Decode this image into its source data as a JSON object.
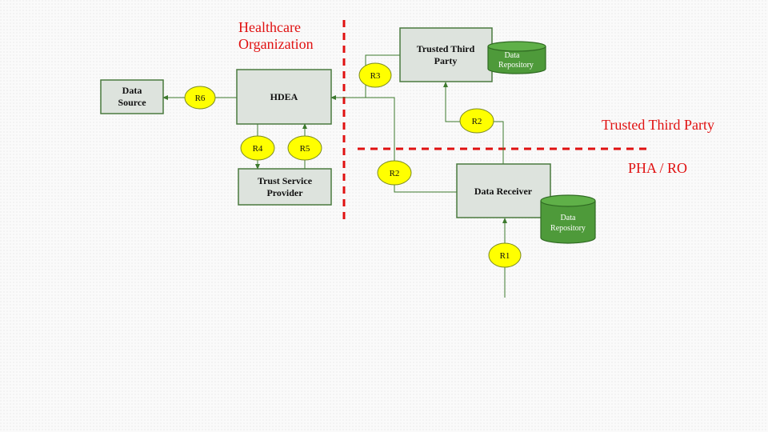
{
  "regions": {
    "healthcare_line1": "Healthcare",
    "healthcare_line2": "Organization",
    "trusted_third_party": "Trusted Third Party",
    "pha_ro": "PHA / RO"
  },
  "boxes": {
    "data_source_line1": "Data",
    "data_source_line2": "Source",
    "hdea": "HDEA",
    "trust_service_line1": "Trust Service",
    "trust_service_line2": "Provider",
    "ttp_line1": "Trusted Third",
    "ttp_line2": "Party",
    "data_receiver": "Data Receiver"
  },
  "repositories": {
    "ttp_line1": "Data",
    "ttp_line2": "Repository",
    "receiver_line1": "Data",
    "receiver_line2": "Repository"
  },
  "relations": {
    "r1": "R1",
    "r2_left": "R2",
    "r2_right": "R2",
    "r3": "R3",
    "r4": "R4",
    "r5": "R5",
    "r6": "R6"
  },
  "colors": {
    "box_fill": "#dde3dd",
    "box_stroke": "#4a7a3e",
    "line": "#3d7a2e",
    "oval_fill": "#ffff00",
    "oval_stroke": "#7a8a20",
    "repo_fill": "#4e9a3a",
    "region_text": "#e01010",
    "divider": "#e01010"
  }
}
